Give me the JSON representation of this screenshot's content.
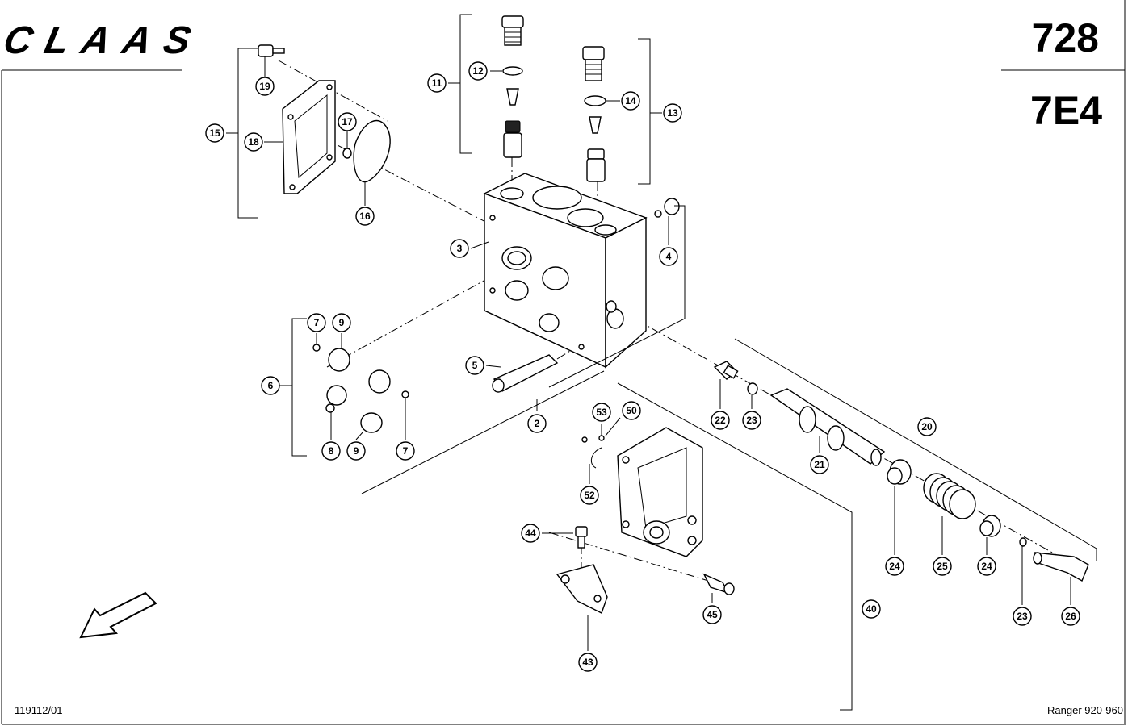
{
  "header": {
    "brand": "CLAAS",
    "page_number": "728",
    "group_code": "7E4"
  },
  "footer": {
    "drawing_number": "119112/01",
    "model": "Ranger 920-960"
  },
  "callouts": [
    {
      "id": "c2",
      "label": "2"
    },
    {
      "id": "c3",
      "label": "3"
    },
    {
      "id": "c4",
      "label": "4"
    },
    {
      "id": "c5",
      "label": "5"
    },
    {
      "id": "c6",
      "label": "6"
    },
    {
      "id": "c7a",
      "label": "7"
    },
    {
      "id": "c7b",
      "label": "7"
    },
    {
      "id": "c8",
      "label": "8"
    },
    {
      "id": "c9a",
      "label": "9"
    },
    {
      "id": "c9b",
      "label": "9"
    },
    {
      "id": "c11",
      "label": "11"
    },
    {
      "id": "c12",
      "label": "12"
    },
    {
      "id": "c13",
      "label": "13"
    },
    {
      "id": "c14",
      "label": "14"
    },
    {
      "id": "c15",
      "label": "15"
    },
    {
      "id": "c16",
      "label": "16"
    },
    {
      "id": "c17",
      "label": "17"
    },
    {
      "id": "c18",
      "label": "18"
    },
    {
      "id": "c19",
      "label": "19"
    },
    {
      "id": "c20",
      "label": "20"
    },
    {
      "id": "c21",
      "label": "21"
    },
    {
      "id": "c22",
      "label": "22"
    },
    {
      "id": "c23a",
      "label": "23"
    },
    {
      "id": "c23b",
      "label": "23"
    },
    {
      "id": "c24a",
      "label": "24"
    },
    {
      "id": "c24b",
      "label": "24"
    },
    {
      "id": "c25",
      "label": "25"
    },
    {
      "id": "c26",
      "label": "26"
    },
    {
      "id": "c40",
      "label": "40"
    },
    {
      "id": "c43",
      "label": "43"
    },
    {
      "id": "c44",
      "label": "44"
    },
    {
      "id": "c45",
      "label": "45"
    },
    {
      "id": "c50",
      "label": "50"
    },
    {
      "id": "c52",
      "label": "52"
    },
    {
      "id": "c53",
      "label": "53"
    }
  ]
}
